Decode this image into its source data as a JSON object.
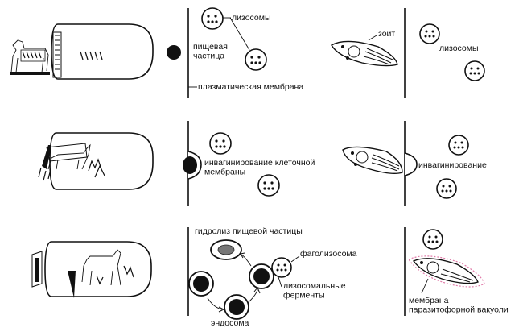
{
  "labels": {
    "lysosomes_1": "лизосомы",
    "food_particle": "пищевая\nчастица",
    "plasma_membrane": "плазматическая мембрана",
    "zoite": "зоит",
    "lysosomes_2": "лизосомы",
    "invagination_membrane": "инвагинирование клеточной\nмембраны",
    "invagination": "инвагинирование",
    "hydrolysis": "гидролиз пищевой частицы",
    "phagolysosome": "фаголизосома",
    "lysosomal_enzymes": "лизосомальные\nферменты",
    "endosome": "эндосома",
    "parasitophorous_membrane": "мембрана\nпаразитофорной вакуоли"
  },
  "colors": {
    "ink": "#111111",
    "vacuole": "#e07aa8"
  }
}
